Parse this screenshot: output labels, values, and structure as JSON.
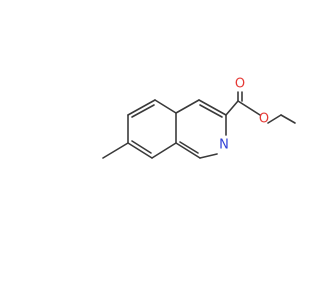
{
  "molecule": {
    "atoms": [
      {
        "id": "O_carbonyl",
        "label": "O",
        "color": "#e53935"
      },
      {
        "id": "O_ester",
        "label": "O",
        "color": "#e53935"
      },
      {
        "id": "N_ring",
        "label": "N",
        "color": "#2f3fd6"
      }
    ],
    "bond_color": "#3a3a3a"
  }
}
